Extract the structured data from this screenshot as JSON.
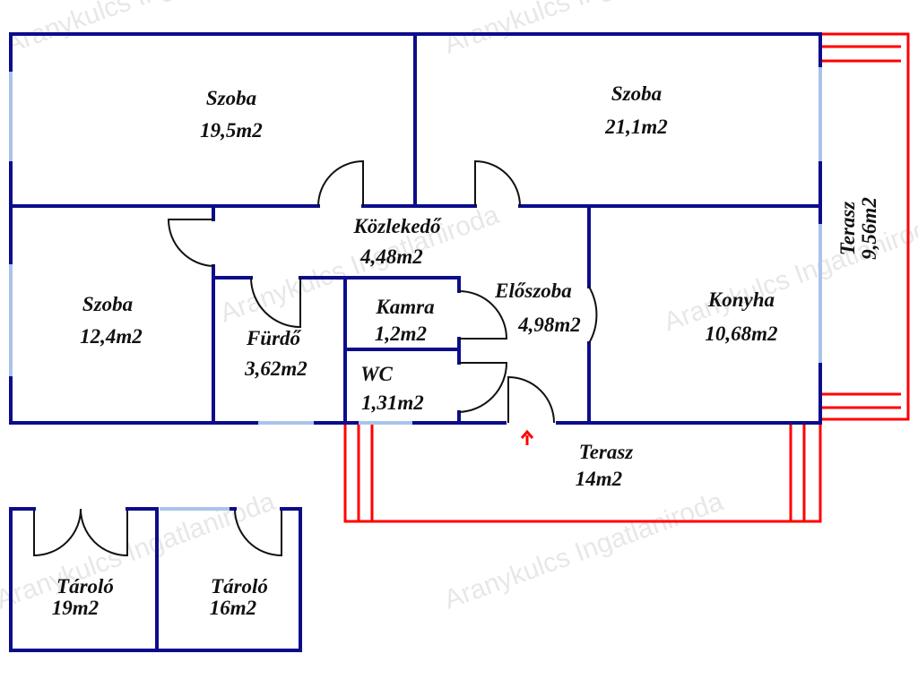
{
  "watermark": "Aranykulcs Ingatlaniroda",
  "rooms": [
    {
      "name": "Szoba",
      "area": "19,5m2"
    },
    {
      "name": "Szoba",
      "area": "21,1m2"
    },
    {
      "name": "Közlekedő",
      "area": "4,48m2"
    },
    {
      "name": "Szoba",
      "area": "12,4m2"
    },
    {
      "name": "Fürdő",
      "area": "3,62m2"
    },
    {
      "name": "Kamra",
      "area": "1,2m2"
    },
    {
      "name": "WC",
      "area": "1,31m2"
    },
    {
      "name": "Előszoba",
      "area": "4,98m2"
    },
    {
      "name": "Konyha",
      "area": "10,68m2"
    },
    {
      "name": "Terasz",
      "area": "14m2"
    },
    {
      "name": "Terasz",
      "area": "9,56m2"
    },
    {
      "name": "Tároló",
      "area": "19m2"
    },
    {
      "name": "Tároló",
      "area": "16m2"
    }
  ],
  "colors": {
    "wall": "#0c0c8c",
    "window": "#a8c4ea",
    "terrace": "#ff0000"
  }
}
